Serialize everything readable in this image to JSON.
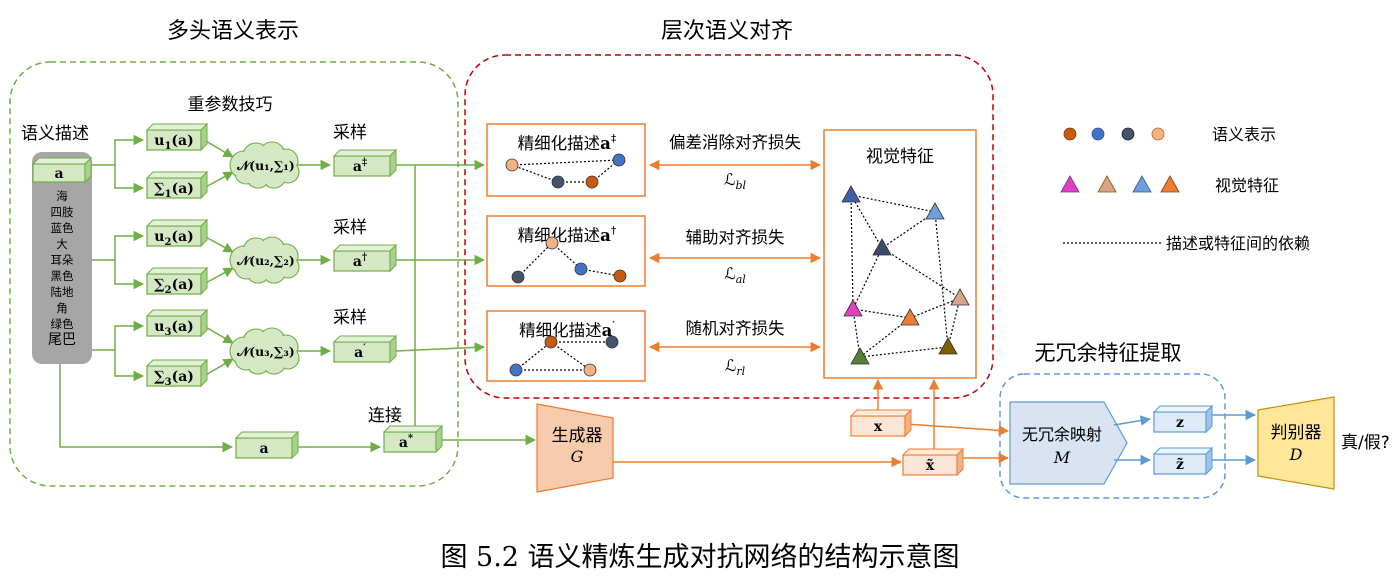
{
  "colors": {
    "green_box_fill": "#d5e8c4",
    "green_box_stroke": "#70ad47",
    "orange": "#ed7d31",
    "red_dashed": "#c00000",
    "blue_dashed": "#5b9bd5",
    "orange_box_fill": "#fbe5d6",
    "generator_fill": "#f8cbad",
    "mapping_fill": "#dae3f3",
    "output_fill": "#deebf7",
    "discriminator_fill": "#ffe699",
    "gray_bar": "#a6a6a6",
    "dot_orange_brown": "#c55a11",
    "dot_blue": "#4472c4",
    "dot_navy": "#44546a",
    "dot_peach": "#f4b183",
    "tri_magenta": "#e040c0",
    "tri_tan": "#d9a48a",
    "tri_light_blue": "#6f9fd8",
    "tri_orange": "#ed7d31",
    "tri_dark_green": "#548235",
    "tri_dark_navy": "#3a4a6b",
    "tri_olive_brown": "#7f6000"
  },
  "sections": {
    "multi_head": "多头语义表示",
    "hier_align": "层次语义对齐",
    "nonredundant": "无冗余特征提取"
  },
  "left": {
    "semantic_desc_label": "语义描述",
    "a_label": "a",
    "words": [
      "海",
      "四肢",
      "蓝色",
      "大",
      "耳朵",
      "黑色",
      "陆地",
      "角",
      "绿色",
      "尾巴"
    ],
    "reparam_label": "重参数技巧",
    "branches": [
      {
        "u": "u",
        "u_sub": "1",
        "sigma": "∑",
        "sigma_sub": "1",
        "cloud": "𝒩(u₁,∑₁)",
        "sample": "采样",
        "out_base": "a",
        "out_sup": "‡"
      },
      {
        "u": "u",
        "u_sub": "2",
        "sigma": "∑",
        "sigma_sub": "2",
        "cloud": "𝒩(u₂,∑₂)",
        "sample": "采样",
        "out_base": "a",
        "out_sup": "†"
      },
      {
        "u": "u",
        "u_sub": "3",
        "sigma": "∑",
        "sigma_sub": "3",
        "cloud": "𝒩(u₃,∑₃)",
        "sample": "采样",
        "out_base": "a",
        "out_sup": "′"
      }
    ],
    "paren_a": "(a)",
    "bottom_a": "a",
    "concat_label": "连接",
    "a_star_base": "a",
    "a_star_sup": "*"
  },
  "middle": {
    "refined": [
      {
        "title": "精细化描述",
        "base": "a",
        "sup": "‡"
      },
      {
        "title": "精细化描述",
        "base": "a",
        "sup": "†"
      },
      {
        "title": "精细化描述",
        "base": "a",
        "sup": "′"
      }
    ],
    "losses": [
      {
        "name": "偏差消除对齐损失",
        "sym": "ℒ",
        "sub": "bl"
      },
      {
        "name": "辅助对齐损失",
        "sym": "ℒ",
        "sub": "al"
      },
      {
        "name": "随机对齐损失",
        "sym": "ℒ",
        "sub": "rl"
      }
    ],
    "visual_features_title": "视觉特征"
  },
  "legend": {
    "semantic": "语义表示",
    "visual": "视觉特征",
    "dependency": "描述或特征间的依赖"
  },
  "bottom": {
    "generator_label": "生成器",
    "generator_sym": "G",
    "x_label": "x",
    "x_tilde_label": "x̃",
    "mapping_label": "无冗余映射",
    "mapping_sym": "M",
    "z_label": "z",
    "z_tilde_label": "z̃",
    "discriminator_label": "判别器",
    "discriminator_sym": "D",
    "real_fake": "真/假?"
  },
  "caption": "图 5.2 语义精炼生成对抗网络的结构示意图"
}
